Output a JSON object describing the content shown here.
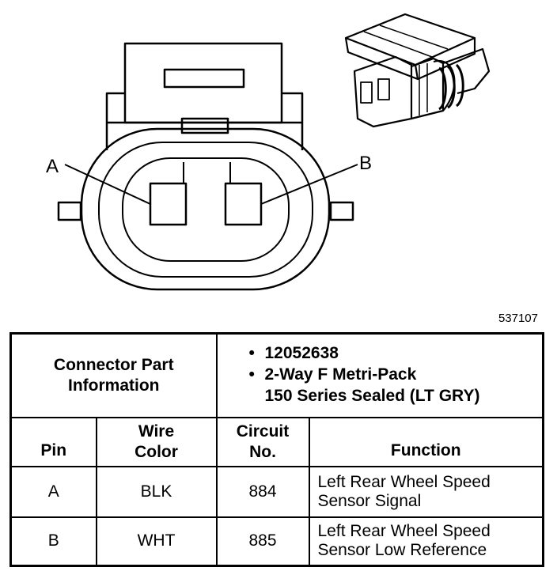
{
  "figure": {
    "id": "537107",
    "pin_labels": [
      "A",
      "B"
    ]
  },
  "connector": {
    "label": "Connector Part Information",
    "items": [
      {
        "lines": [
          "12052638"
        ]
      },
      {
        "lines": [
          "2-Way F Metri-Pack",
          "150 Series Sealed (LT GRY)"
        ]
      }
    ]
  },
  "columns": {
    "pin": "Pin",
    "wire_color": "Wire Color",
    "circuit": "Circuit No.",
    "function": "Function"
  },
  "rows": [
    {
      "pin": "A",
      "wire_color": "BLK",
      "circuit": "884",
      "function": "Left Rear Wheel Speed Sensor Signal"
    },
    {
      "pin": "B",
      "wire_color": "WHT",
      "circuit": "885",
      "function": "Left Rear Wheel Speed Sensor Low Reference"
    }
  ]
}
